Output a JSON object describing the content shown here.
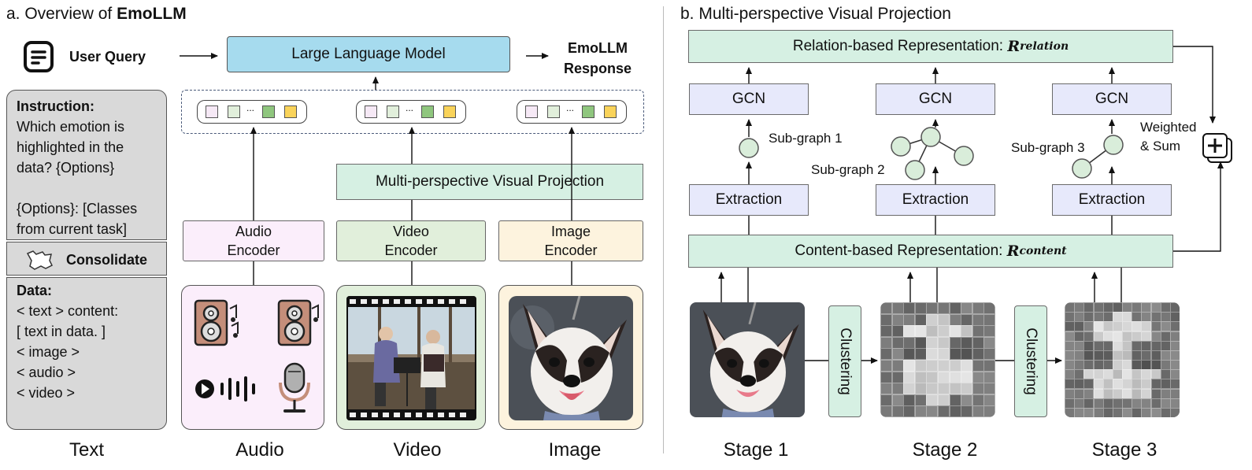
{
  "left": {
    "heading_prefix": "a. Overview of ",
    "heading_emph": "EmoLLM",
    "user_query": "User Query",
    "llm": "Large Language Model",
    "response": "EmoLLM Response",
    "text_panel": {
      "instruction_title": "Instruction:",
      "instruction_text": "Which emotion is highlighted in the data? {Options}",
      "options_text": "{Options}: [Classes from current task]",
      "consolidate": "Consolidate",
      "data_title": "Data:",
      "data_lines": [
        "< text > content:",
        "[ text in data. ]",
        "< image >",
        "< audio >",
        "< video >"
      ]
    },
    "mvp": "Multi-perspective Visual Projection",
    "encoders": {
      "audio": [
        "Audio",
        "Encoder"
      ],
      "video": [
        "Video",
        "Encoder"
      ],
      "image": [
        "Image",
        "Encoder"
      ]
    },
    "token_ellipsis": "...",
    "captions": [
      "Text",
      "Audio",
      "Video",
      "Image"
    ]
  },
  "right": {
    "heading": "b. Multi-perspective Visual Projection",
    "relation": "Relation-based Representation: ",
    "relation_sym": "R",
    "relation_sub": "relation",
    "content": "Content-based Representation: ",
    "content_sym": "R",
    "content_sub": "content",
    "gcn": "GCN",
    "extraction": "Extraction",
    "subgraphs": [
      "Sub-graph 1",
      "Sub-graph 2",
      "Sub-graph 3"
    ],
    "weighted": [
      "Weighted",
      "& Sum"
    ],
    "clustering": "Clustering",
    "stages": [
      "Stage 1",
      "Stage 2",
      "Stage 3"
    ]
  },
  "colors": {
    "llm": "#a6dbee",
    "green_box": "#d6f0e3",
    "lavender_box": "#e7e9fb",
    "text_panel": "#d9d9d9",
    "audio_card": "#fbeefb",
    "video_card": "#e1efdb",
    "image_card": "#fdf3de",
    "token_colors": [
      "#f6e9f6",
      "#e1efdb",
      "#8fc67e",
      "#f9d35a"
    ]
  },
  "icons": [
    "document-icon",
    "map-icon",
    "speaker-icon",
    "waveform-icon",
    "microphone-icon",
    "plus-icon"
  ]
}
